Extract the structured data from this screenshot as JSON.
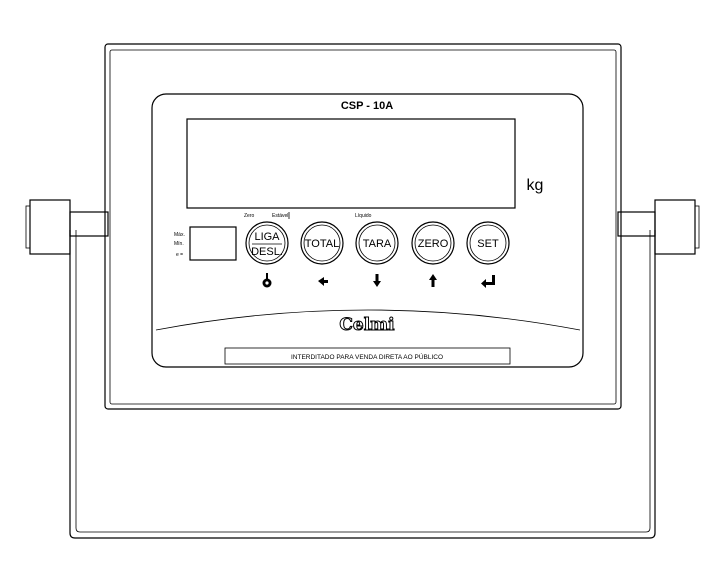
{
  "model": "CSP - 10A",
  "unit": "kg",
  "indicator_labels": {
    "max": "Máx.",
    "min": "Mín.",
    "ew": "e ="
  },
  "annunciators": {
    "zero": "Zero",
    "estavel": "Estável",
    "liquido": "Líquido"
  },
  "buttons": {
    "liga_top": "LIGA",
    "liga_bottom": "DESL.",
    "total": "TOTAL",
    "tara": "TARA",
    "zero": "ZERO",
    "set": "SET"
  },
  "icons": [
    "power-icon",
    "arrow-left-icon",
    "arrow-down-icon",
    "arrow-up-icon",
    "enter-icon"
  ],
  "brand": "Celmi",
  "footer_notice": "INTERDITADO PARA VENDA DIRETA AO PÚBLICO"
}
